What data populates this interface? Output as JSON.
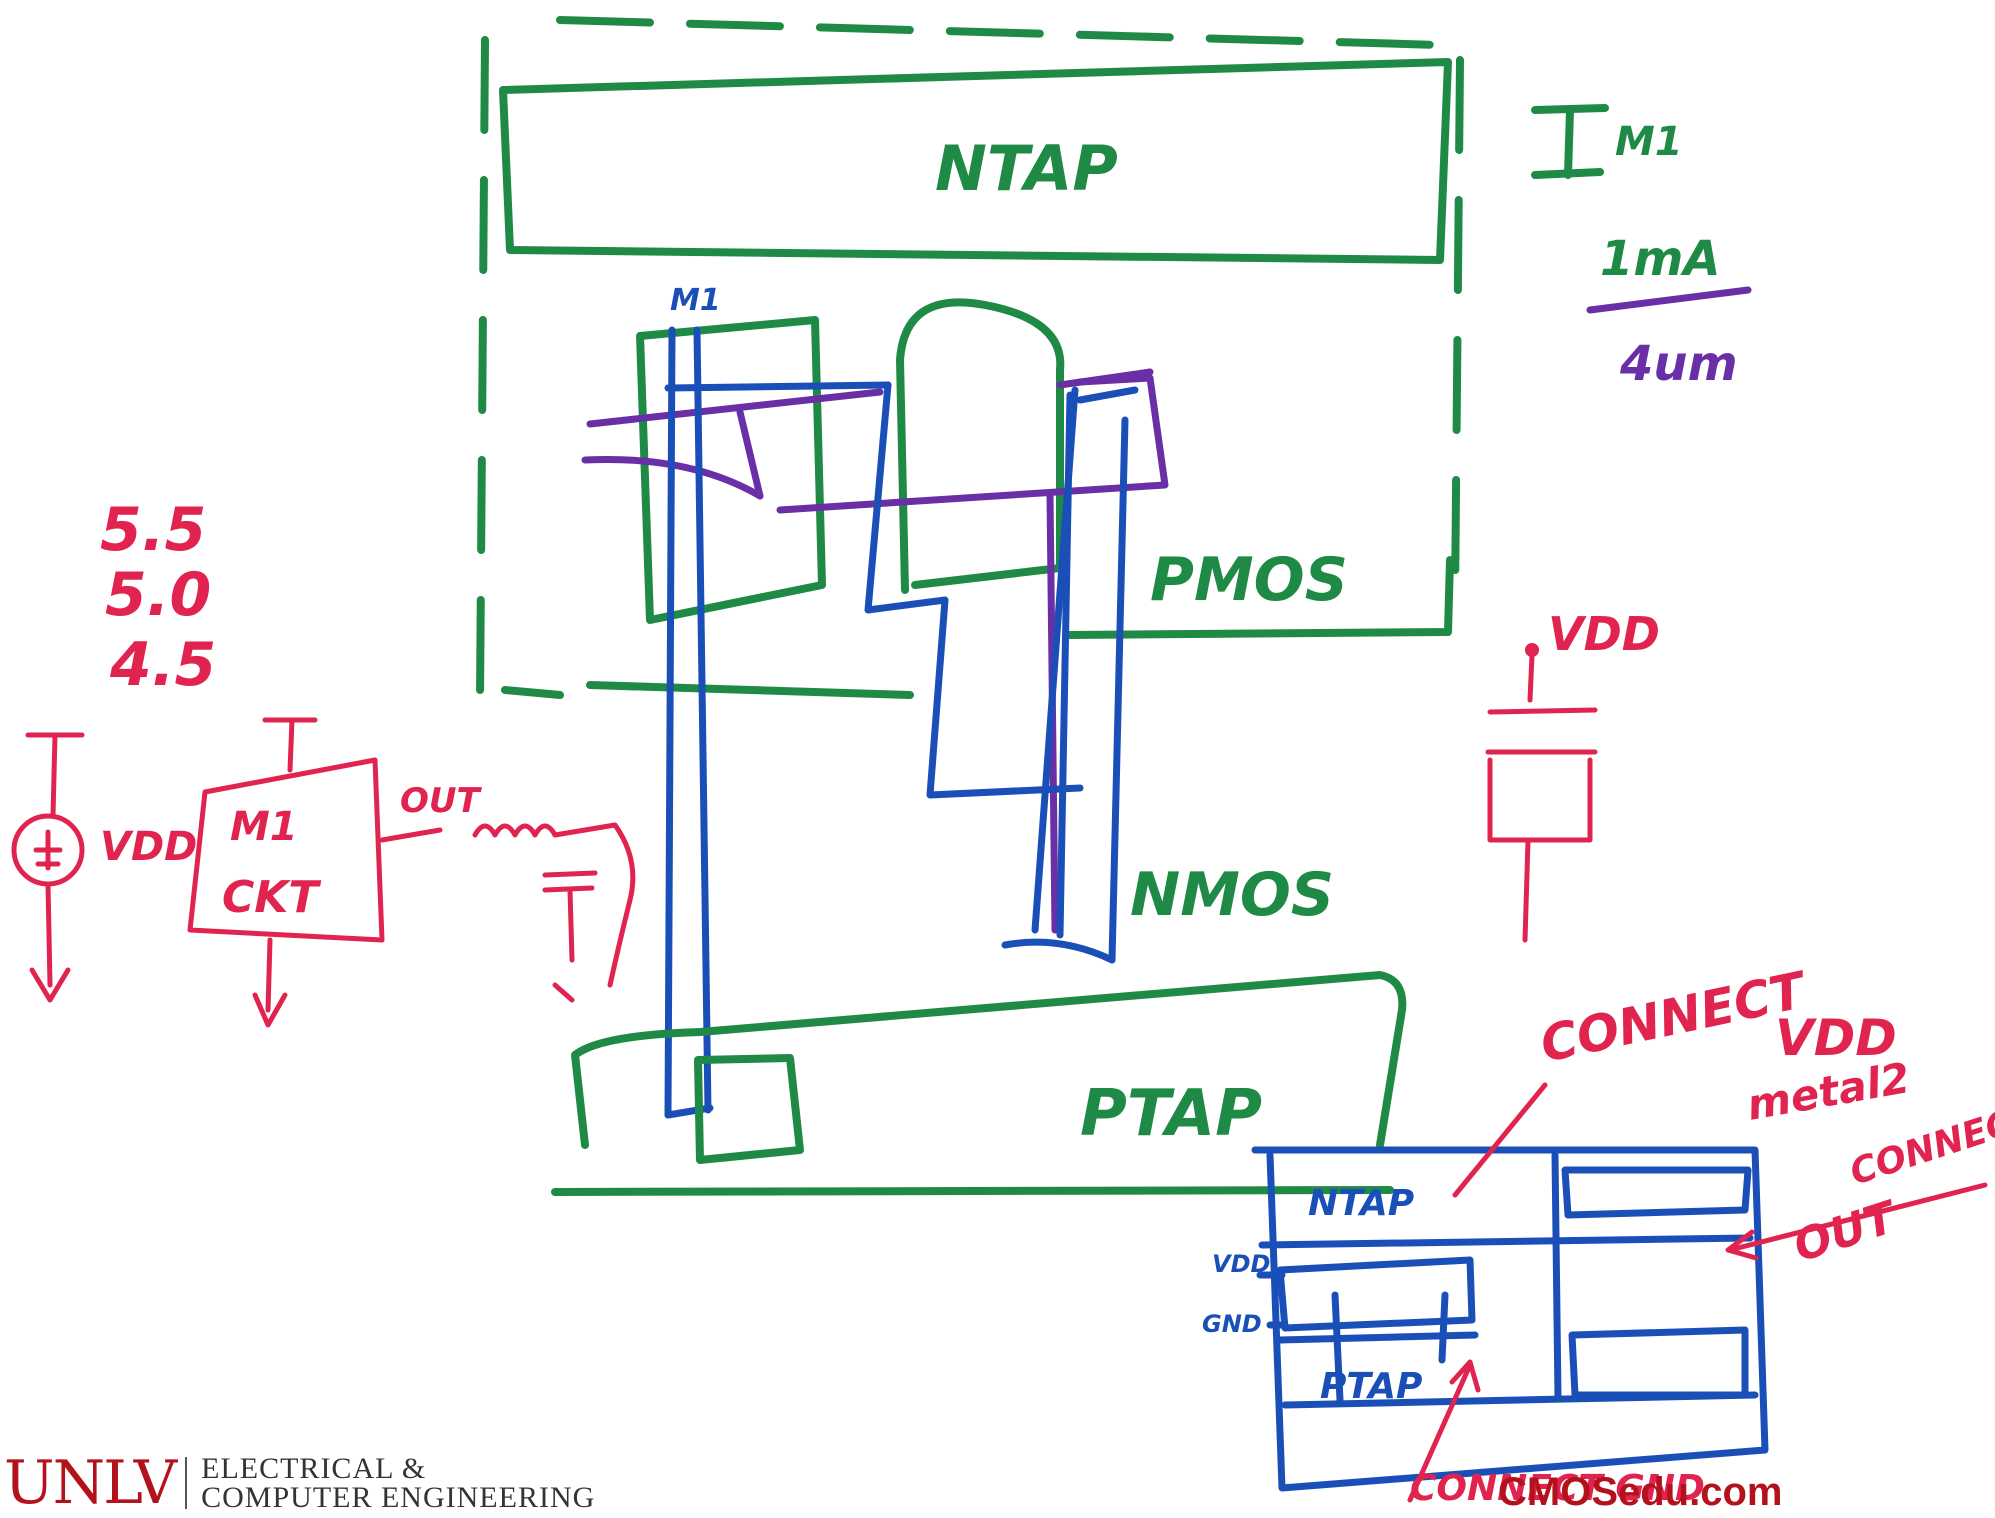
{
  "colors": {
    "green": "#1f8a45",
    "blue": "#1b4fb8",
    "purple": "#6a2fa6",
    "red": "#e0244f",
    "brand_red": "#b3121c"
  },
  "layout": {
    "ntap_label": "NTAP",
    "m1_label": "M1",
    "pmos_label": "PMOS",
    "nmos_label": "NMOS",
    "ptap_label": "PTAP"
  },
  "annotations": {
    "scale_top": "M1",
    "current_density_num": "1mA",
    "current_density_den": "4um",
    "voltages": [
      "5.5",
      "5.0",
      "4.5"
    ],
    "vdd_label": "VDD",
    "cap_vdd_label": "VDD",
    "ckt_line1": "M1",
    "ckt_line2": "CKT",
    "out_label": "OUT",
    "connect_vdd_1": "CONNECT",
    "connect_vdd_2": "VDD",
    "connect_vdd_3": "metal2",
    "connect_out_1": "CONNECT",
    "connect_out_2": "OUT",
    "connect_gnd": "CONNECT GND"
  },
  "mini_layout": {
    "ntap": "NTAP",
    "ptap": "PTAP",
    "vdd": "VDD",
    "gnd": "GND"
  },
  "footer": {
    "logo_mark": "UNLV",
    "dept_line1": "ELECTRICAL &",
    "dept_line2": "COMPUTER ENGINEERING",
    "site": "CMOSedu.com"
  }
}
